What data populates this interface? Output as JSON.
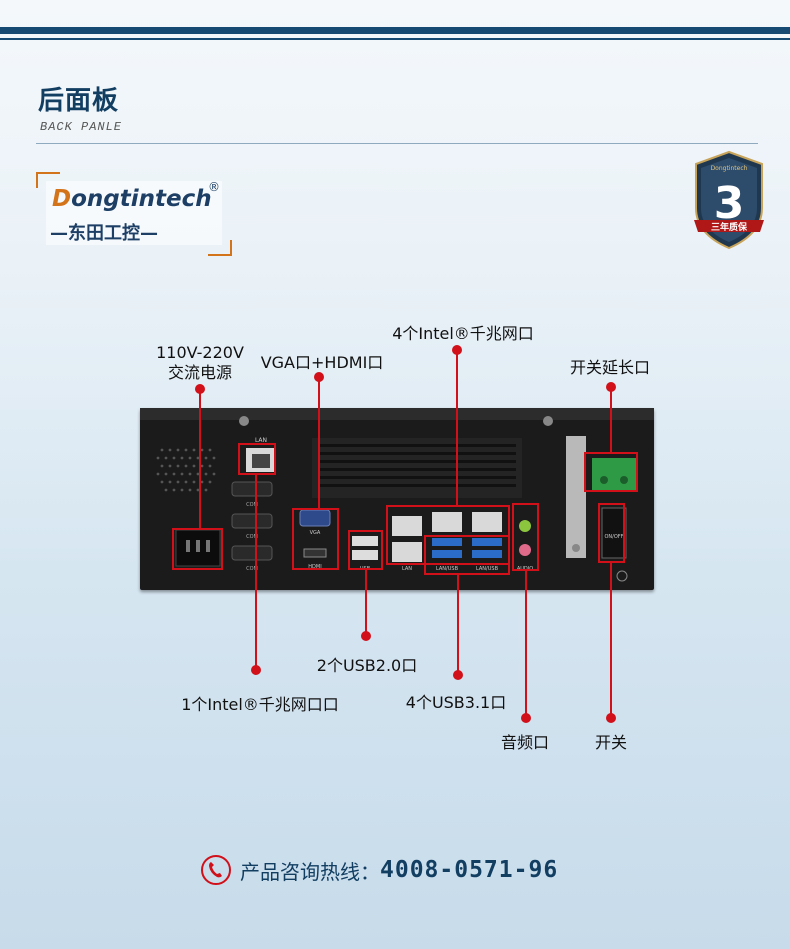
{
  "header": {
    "title": "后面板",
    "subtitle": "BACK PANLE"
  },
  "logo": {
    "initial": "D",
    "brand": "ongtintech",
    "registered": "®",
    "chinese": "—东田工控—"
  },
  "badge": {
    "number": "3",
    "text": "三年质保",
    "brand": "Dongtintech"
  },
  "panel_labels": {
    "lan": "LAN",
    "com1": "COM",
    "com2": "COM",
    "com3": "COM",
    "vga": "VGA",
    "hdmi": "HDMI",
    "usb": "USB",
    "lan2": "LAN",
    "lan_usb1": "LAN/USB",
    "lan_usb2": "LAN/USB",
    "audio": "AUDIO",
    "onoff": "ON/OFF"
  },
  "callouts": {
    "power": [
      "110V-220V",
      "交流电源"
    ],
    "vga_hdmi": "VGA口+HDMI口",
    "intel_4lan": "4个Intel®千兆网口",
    "switch_ext": "开关延长口",
    "usb20": "2个USB2.0口",
    "intel_1lan": "1个Intel®千兆网口口",
    "usb31": "4个USB3.1口",
    "audio": "音频口",
    "switch": "开关"
  },
  "hotline": {
    "label": "产品咨询热线：",
    "number": "4008-0571-96"
  },
  "colors": {
    "accent_red": "#d1101a",
    "navy": "#123e62",
    "orange": "#d3731a"
  }
}
